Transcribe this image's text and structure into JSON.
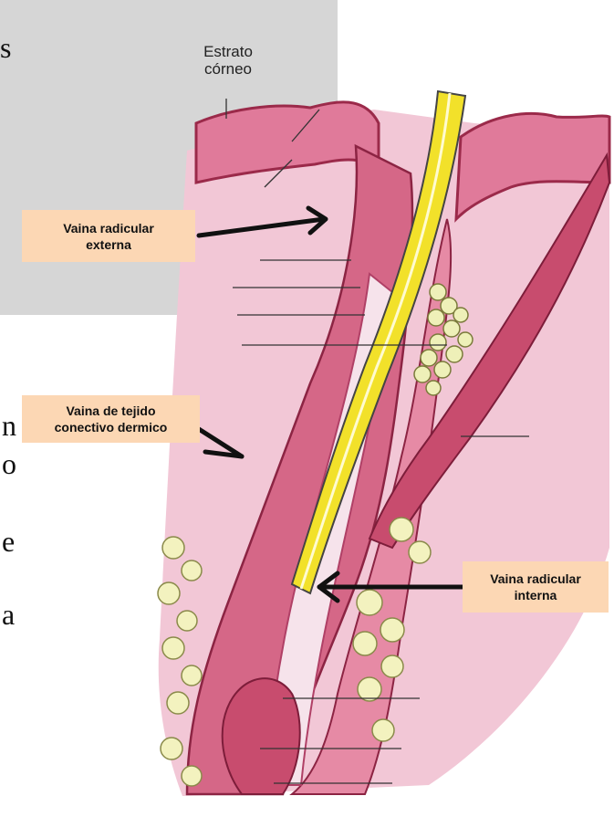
{
  "labels": {
    "estrato_corneo": "Estrato\ncórneo",
    "vaina_radicular_externa": "Vaina radicular\nexterna",
    "vaina_tejido_conectivo": "Vaina de tejido\nconectivo dermico",
    "vaina_radicular_interna": "Vaina radicular\ninterna"
  },
  "side_text": {
    "letter_1": "s",
    "letter_2": "n",
    "letter_3": "o",
    "letter_4": "e",
    "letter_5": "a"
  },
  "colors": {
    "skin_pink": "#e9a6bd",
    "dermis_pink": "#f2c7d6",
    "epidermis_red": "#b23a5a",
    "hair_yellow": "#f2e12a",
    "label_bg": "#fcd7b4",
    "fat_cell": "#f3f2bf",
    "panel_gray": "#d6d6d6"
  }
}
